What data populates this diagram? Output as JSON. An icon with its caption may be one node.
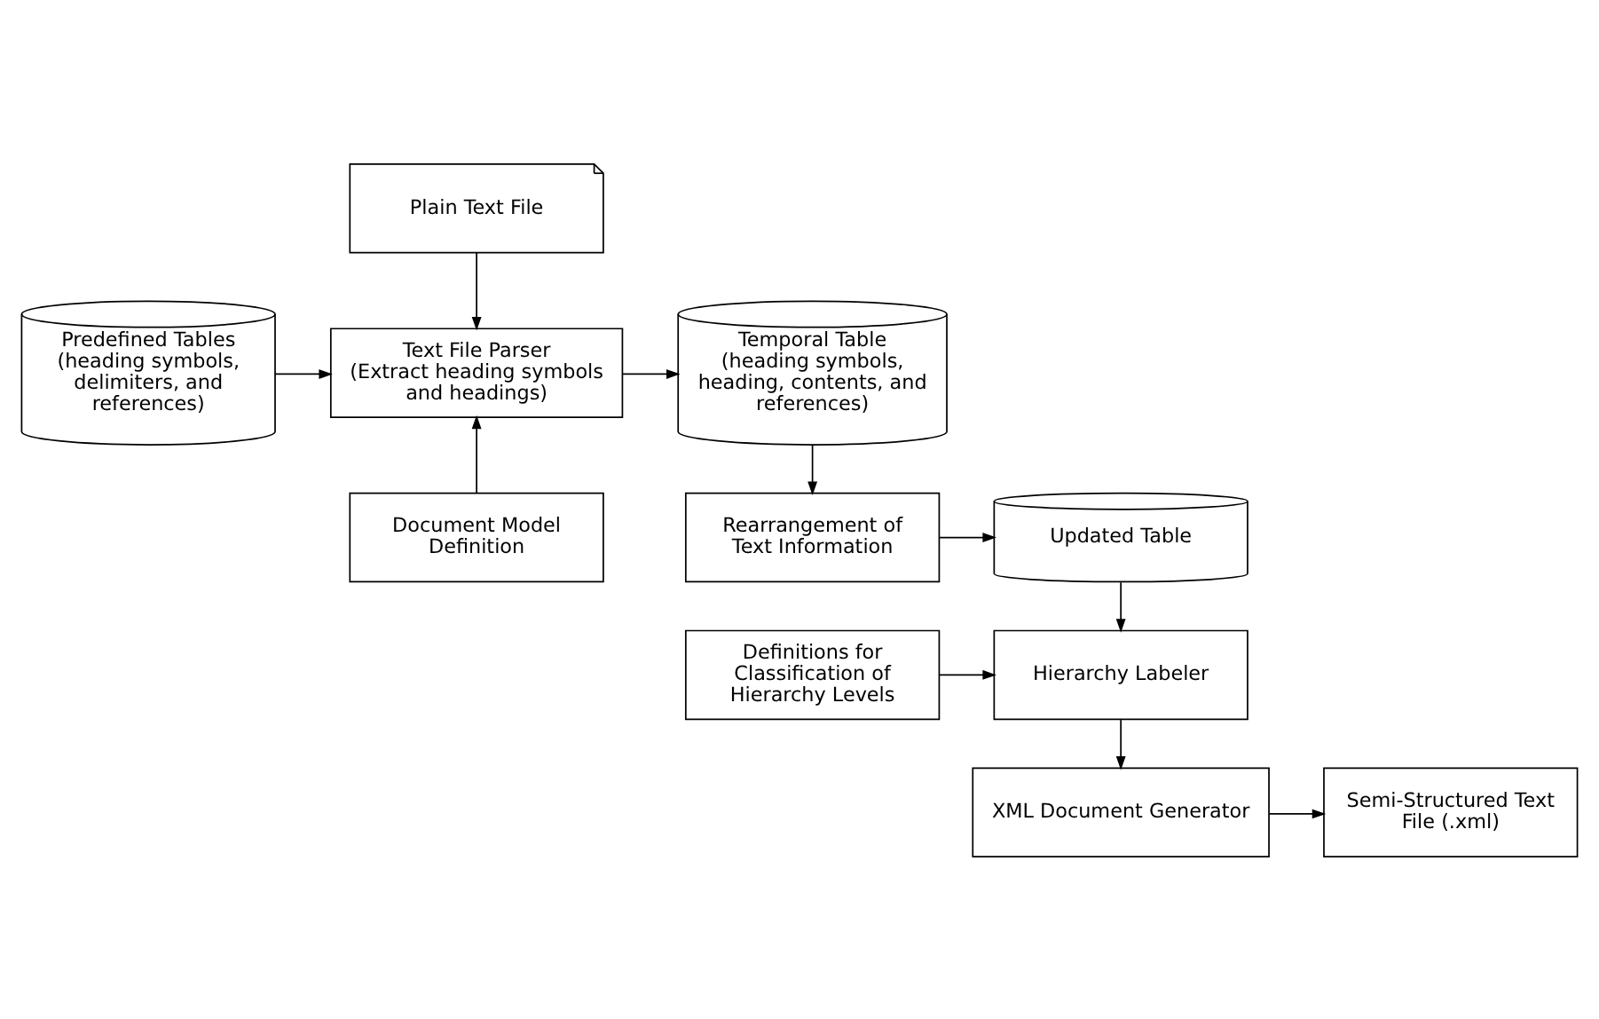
{
  "diagram": {
    "nodes": [
      {
        "text": [
          "Predefined Tables (heading symbols, delimiters, and references)"
        ]
      },
      {
        "text": [
          "Plain Text File"
        ]
      },
      {
        "text": [
          "Text File Parser (Extract heading symbols and headings)"
        ]
      },
      {
        "text": [
          "Temporal Table (heading symbols, heading, contents, and references)"
        ]
      },
      {
        "text": [
          "Document Model Definition"
        ]
      },
      {
        "text": [
          "Updated Table"
        ]
      },
      {
        "text": [
          "Rearrangement of Text Information"
        ]
      },
      {
        "text": [
          "Definitions for Classification of Hierarchy Levels"
        ]
      },
      {
        "text": [
          "Hierarchy Labeler"
        ]
      },
      {
        "text": [
          "XML Document Generator"
        ]
      },
      {
        "text": [
          "Semi-Structured Text File (.xml)"
        ]
      }
    ],
    "edges": [
      {
        "from": 0,
        "to": 2,
        "arrow": "to"
      },
      {
        "from": 4,
        "to": 2,
        "arrow": "to"
      },
      {
        "from": 1,
        "to": 2,
        "arrow": "to"
      },
      {
        "from": 2,
        "to": 3,
        "arrow": "to"
      },
      {
        "from": 3,
        "to": 6,
        "arrow": "to"
      },
      {
        "from": 6,
        "to": 5,
        "arrow": "to"
      },
      {
        "from": 5,
        "to": 8,
        "arrow": "to"
      },
      {
        "from": 7,
        "to": 8,
        "arrow": "to"
      },
      {
        "from": 8,
        "to": 9,
        "arrow": "to"
      },
      {
        "from": 9,
        "to": 10,
        "arrow": "to"
      }
    ]
  }
}
